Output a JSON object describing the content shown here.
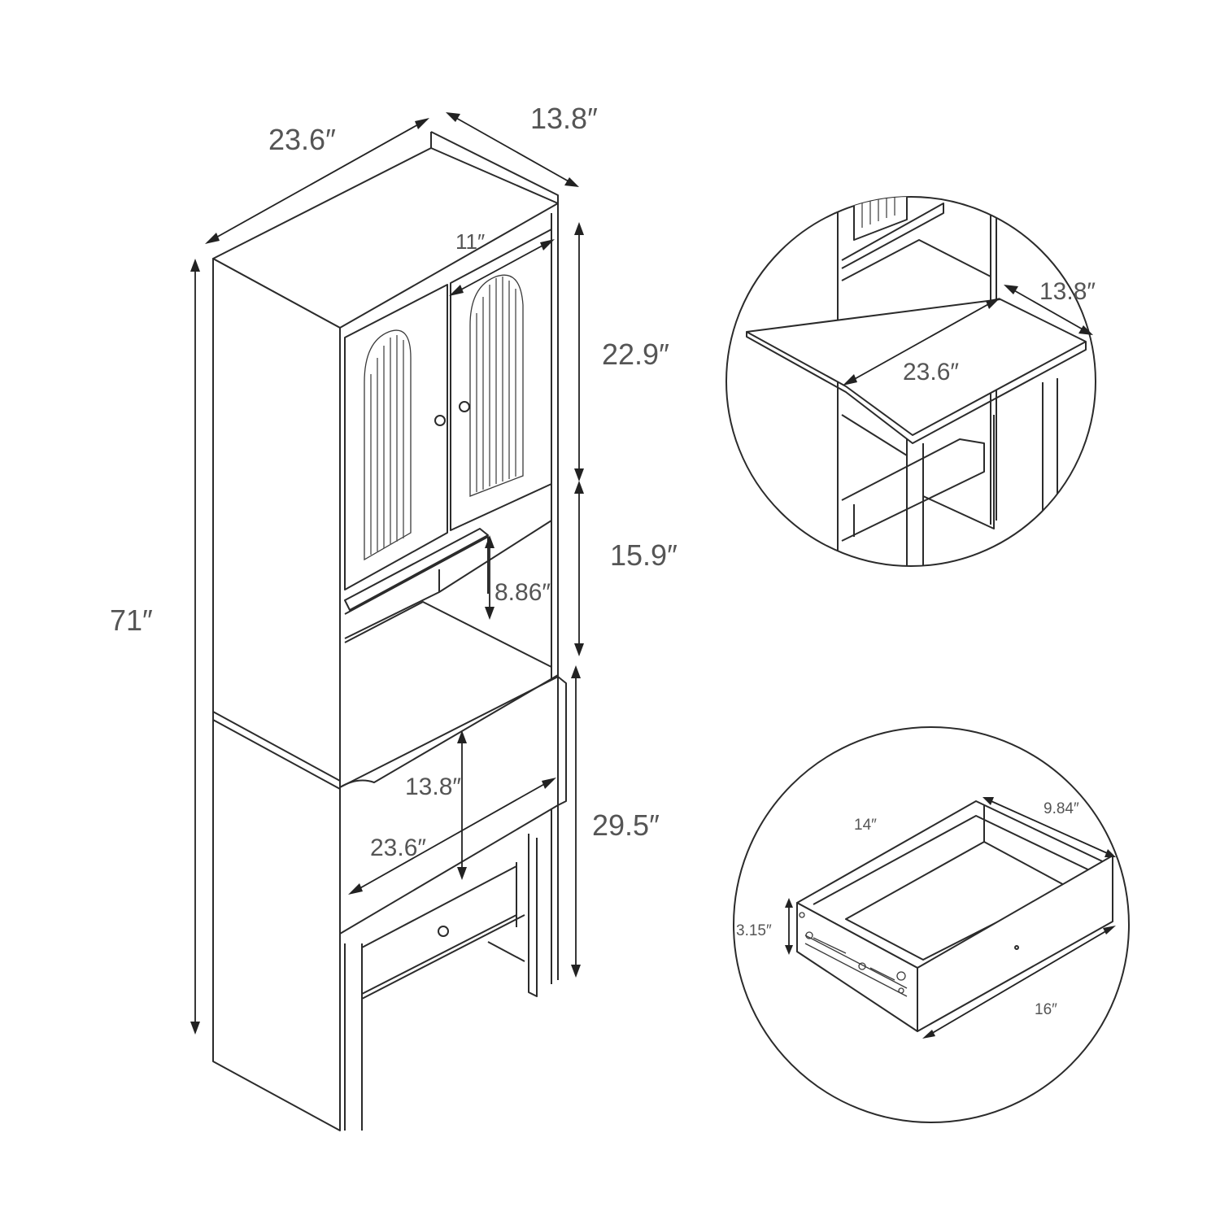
{
  "colors": {
    "line": "#2b2b2b",
    "label": "#555555",
    "background": "#ffffff"
  },
  "main_view": {
    "width": "23.6″",
    "depth": "13.8″",
    "total_height": "71″",
    "door_width": "11″",
    "upper_cabinet_height": "22.9″",
    "open_shelf_height": "15.9″",
    "open_shelf_clearance": "8.86″",
    "lower_section_height": "29.5″",
    "desk_depth": "13.8″",
    "desk_width": "23.6″"
  },
  "desk_detail": {
    "depth": "13.8″",
    "width": "23.6″"
  },
  "drawer_detail": {
    "inner_width": "14″",
    "inner_depth": "9.84″",
    "height": "3.15″",
    "outer_width": "16″"
  }
}
